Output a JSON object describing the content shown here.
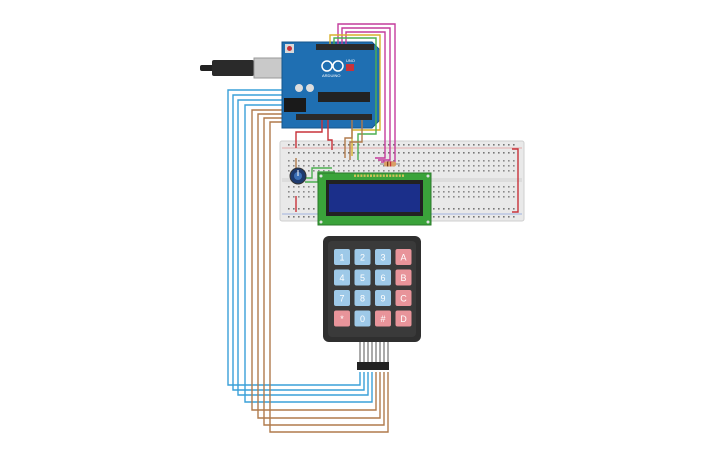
{
  "arduino": {
    "brand": "ARDUINO",
    "model": "UNO",
    "color": "#1f6fb2"
  },
  "breadboard": {
    "color": "#e6e6e6"
  },
  "lcd": {
    "screen_color": "#1b2f8a",
    "pcb_color": "#3aa33a"
  },
  "keypad": {
    "keys": [
      "1",
      "2",
      "3",
      "A",
      "4",
      "5",
      "6",
      "B",
      "7",
      "8",
      "9",
      "C",
      "*",
      "0",
      "#",
      "D"
    ],
    "digit_color": "#9ec9e8",
    "letter_color": "#e8949a",
    "body_color": "#2f2f2f"
  },
  "wire_colors": {
    "blue": "#3aa0d8",
    "brown": "#b07a4c",
    "red": "#c8323a",
    "magenta": "#c43c9c",
    "yellow": "#d8b02c",
    "green": "#4caf50"
  }
}
